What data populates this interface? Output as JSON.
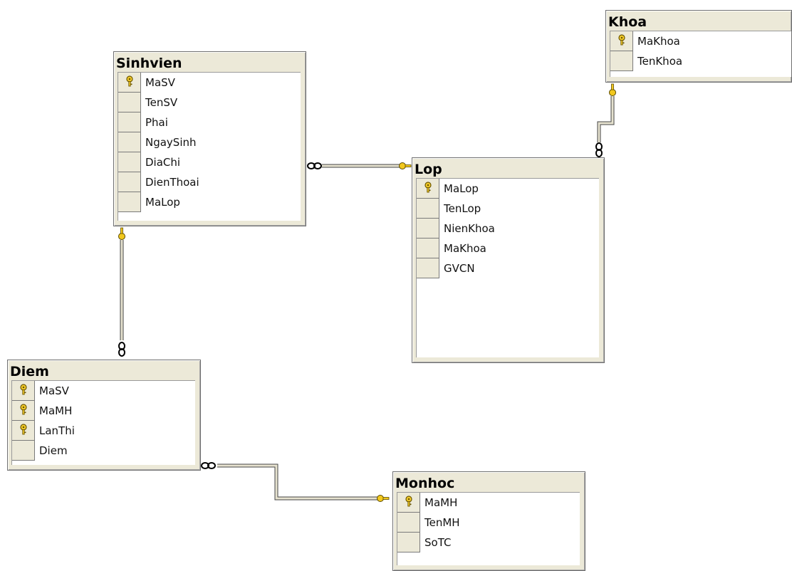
{
  "tables": {
    "sinhvien": {
      "title": "Sinhvien",
      "columns": [
        {
          "name": "MaSV",
          "key": true
        },
        {
          "name": "TenSV",
          "key": false
        },
        {
          "name": "Phai",
          "key": false
        },
        {
          "name": "NgaySinh",
          "key": false
        },
        {
          "name": "DiaChi",
          "key": false
        },
        {
          "name": "DienThoai",
          "key": false
        },
        {
          "name": "MaLop",
          "key": false
        }
      ]
    },
    "khoa": {
      "title": "Khoa",
      "columns": [
        {
          "name": "MaKhoa",
          "key": true
        },
        {
          "name": "TenKhoa",
          "key": false
        }
      ]
    },
    "lop": {
      "title": "Lop",
      "columns": [
        {
          "name": "MaLop",
          "key": true
        },
        {
          "name": "TenLop",
          "key": false
        },
        {
          "name": "NienKhoa",
          "key": false
        },
        {
          "name": "MaKhoa",
          "key": false
        },
        {
          "name": "GVCN",
          "key": false
        }
      ]
    },
    "diem": {
      "title": "Diem",
      "columns": [
        {
          "name": "MaSV",
          "key": true
        },
        {
          "name": "MaMH",
          "key": true
        },
        {
          "name": "LanThi",
          "key": true
        },
        {
          "name": "Diem",
          "key": false
        }
      ]
    },
    "monhoc": {
      "title": "Monhoc",
      "columns": [
        {
          "name": "MaMH",
          "key": true
        },
        {
          "name": "TenMH",
          "key": false
        },
        {
          "name": "SoTC",
          "key": false
        }
      ]
    }
  },
  "relationships": [
    {
      "from": "sinhvien",
      "to": "lop",
      "many_end": "sinhvien",
      "one_end": "lop"
    },
    {
      "from": "lop",
      "to": "khoa",
      "many_end": "lop",
      "one_end": "khoa"
    },
    {
      "from": "diem",
      "to": "sinhvien",
      "many_end": "diem",
      "one_end": "sinhvien"
    },
    {
      "from": "diem",
      "to": "monhoc",
      "many_end": "diem",
      "one_end": "monhoc"
    }
  ],
  "colors": {
    "table_bg": "#ece9d8",
    "key_icon": "#e8c02c",
    "line": "#d8d4c0"
  }
}
